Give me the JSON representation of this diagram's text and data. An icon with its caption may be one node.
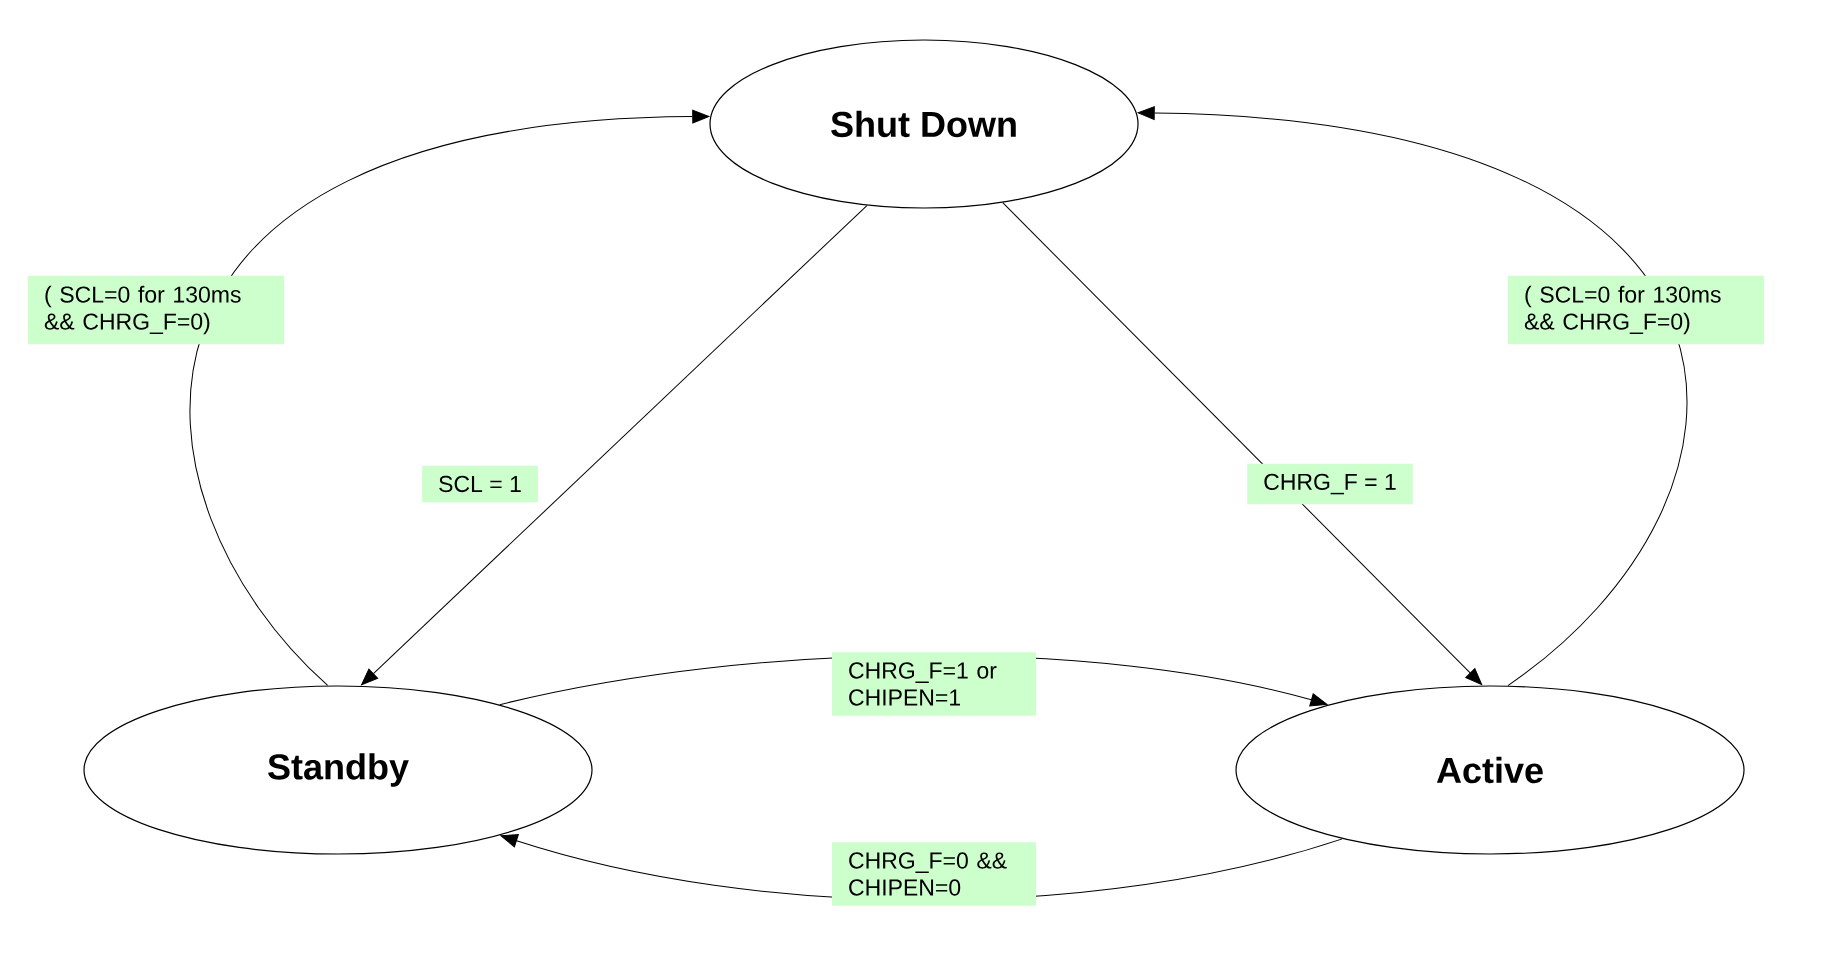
{
  "diagram": {
    "nodes": [
      {
        "text": [
          "Shut Down"
        ]
      },
      {
        "text": [
          "Standby"
        ]
      },
      {
        "text": [
          "Active"
        ]
      }
    ],
    "edges": [
      {
        "from": 0,
        "to": 1,
        "arrow": "to",
        "label": "SCL = 1"
      },
      {
        "from": 0,
        "to": 2,
        "arrow": "to",
        "label": "CHRG_F = 1"
      },
      {
        "from": 1,
        "to": 0,
        "arrow": "to",
        "label": "( SCL=0 for 130ms && CHRG_F=0)"
      },
      {
        "from": 2,
        "to": 0,
        "arrow": "to",
        "label": "( SCL=0 for 130ms && CHRG_F=0)"
      },
      {
        "from": 1,
        "to": 2,
        "arrow": "to",
        "label": "CHRG_F=1 or CHIPEN=1"
      },
      {
        "from": 2,
        "to": 1,
        "arrow": "to",
        "label": "CHRG_F=0 && CHIPEN=0"
      }
    ]
  }
}
